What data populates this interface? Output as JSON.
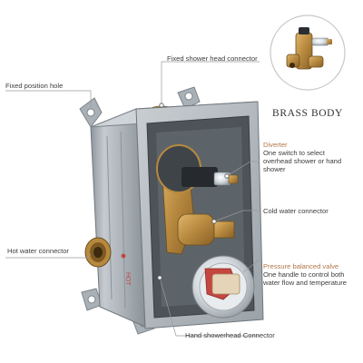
{
  "annotations": {
    "fixed_shower_head": "Fixed shower head connector",
    "fixed_position_hole": "Fixed position hole",
    "diverter_title": "Diverter",
    "diverter_desc": "One switch to select overhead shower or hand shower",
    "cold_water": "Cold water connector",
    "hot_water": "Hot water connector",
    "pressure_title": "Pressure balanced valve",
    "pressure_desc": "One handle to control both water flow and temperature",
    "hand_shower": "Hand showerhead Connector"
  },
  "inset": {
    "title": "BRASS BODY"
  },
  "box_marking": "HOT",
  "colors": {
    "housing": "#b9bfc4",
    "housing_dark": "#7e868c",
    "brass": "#b7893f",
    "chrome": "#d8dde1",
    "highlight_text": "#b0764a",
    "leader": "#9a9a9a"
  }
}
